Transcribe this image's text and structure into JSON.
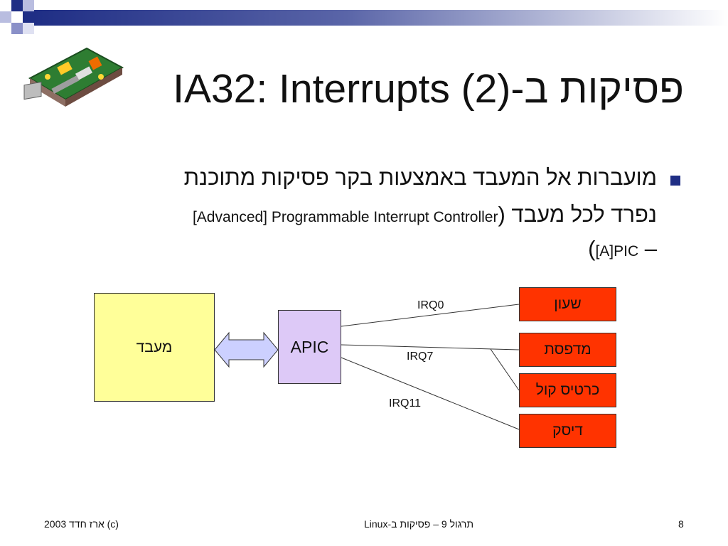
{
  "slide": {
    "title": "פסיקות ב-IA32: Interrupts (2)",
    "bullet": {
      "line1": "מועברות אל המעבד באמצעות בקר פסיקות מתוכנת",
      "line2_hebrew": "נפרד לכל מעבד",
      "line2_english": "[Advanced] Programmable Interrupt Controller",
      "line3_english": "[A]PIC",
      "line3_dash": "–"
    }
  },
  "diagram": {
    "processor_label": "מעבד",
    "apic_label": "APIC",
    "devices": [
      "שעון",
      "מדפסת",
      "כרטיס קול",
      "דיסק"
    ],
    "irq_labels": [
      "IRQ0",
      "IRQ7",
      "IRQ11"
    ],
    "colors": {
      "processor_fill": "#ffff99",
      "apic_fill": "#ddc9f7",
      "device_fill": "#ff3300",
      "arrow_fill": "#ccd0ff",
      "accent": "#1f2e85"
    }
  },
  "footer": {
    "left": "(c) ארז חדד 2003",
    "center": "תרגול 9 – פסיקות ב-Linux",
    "page_number": "8"
  }
}
